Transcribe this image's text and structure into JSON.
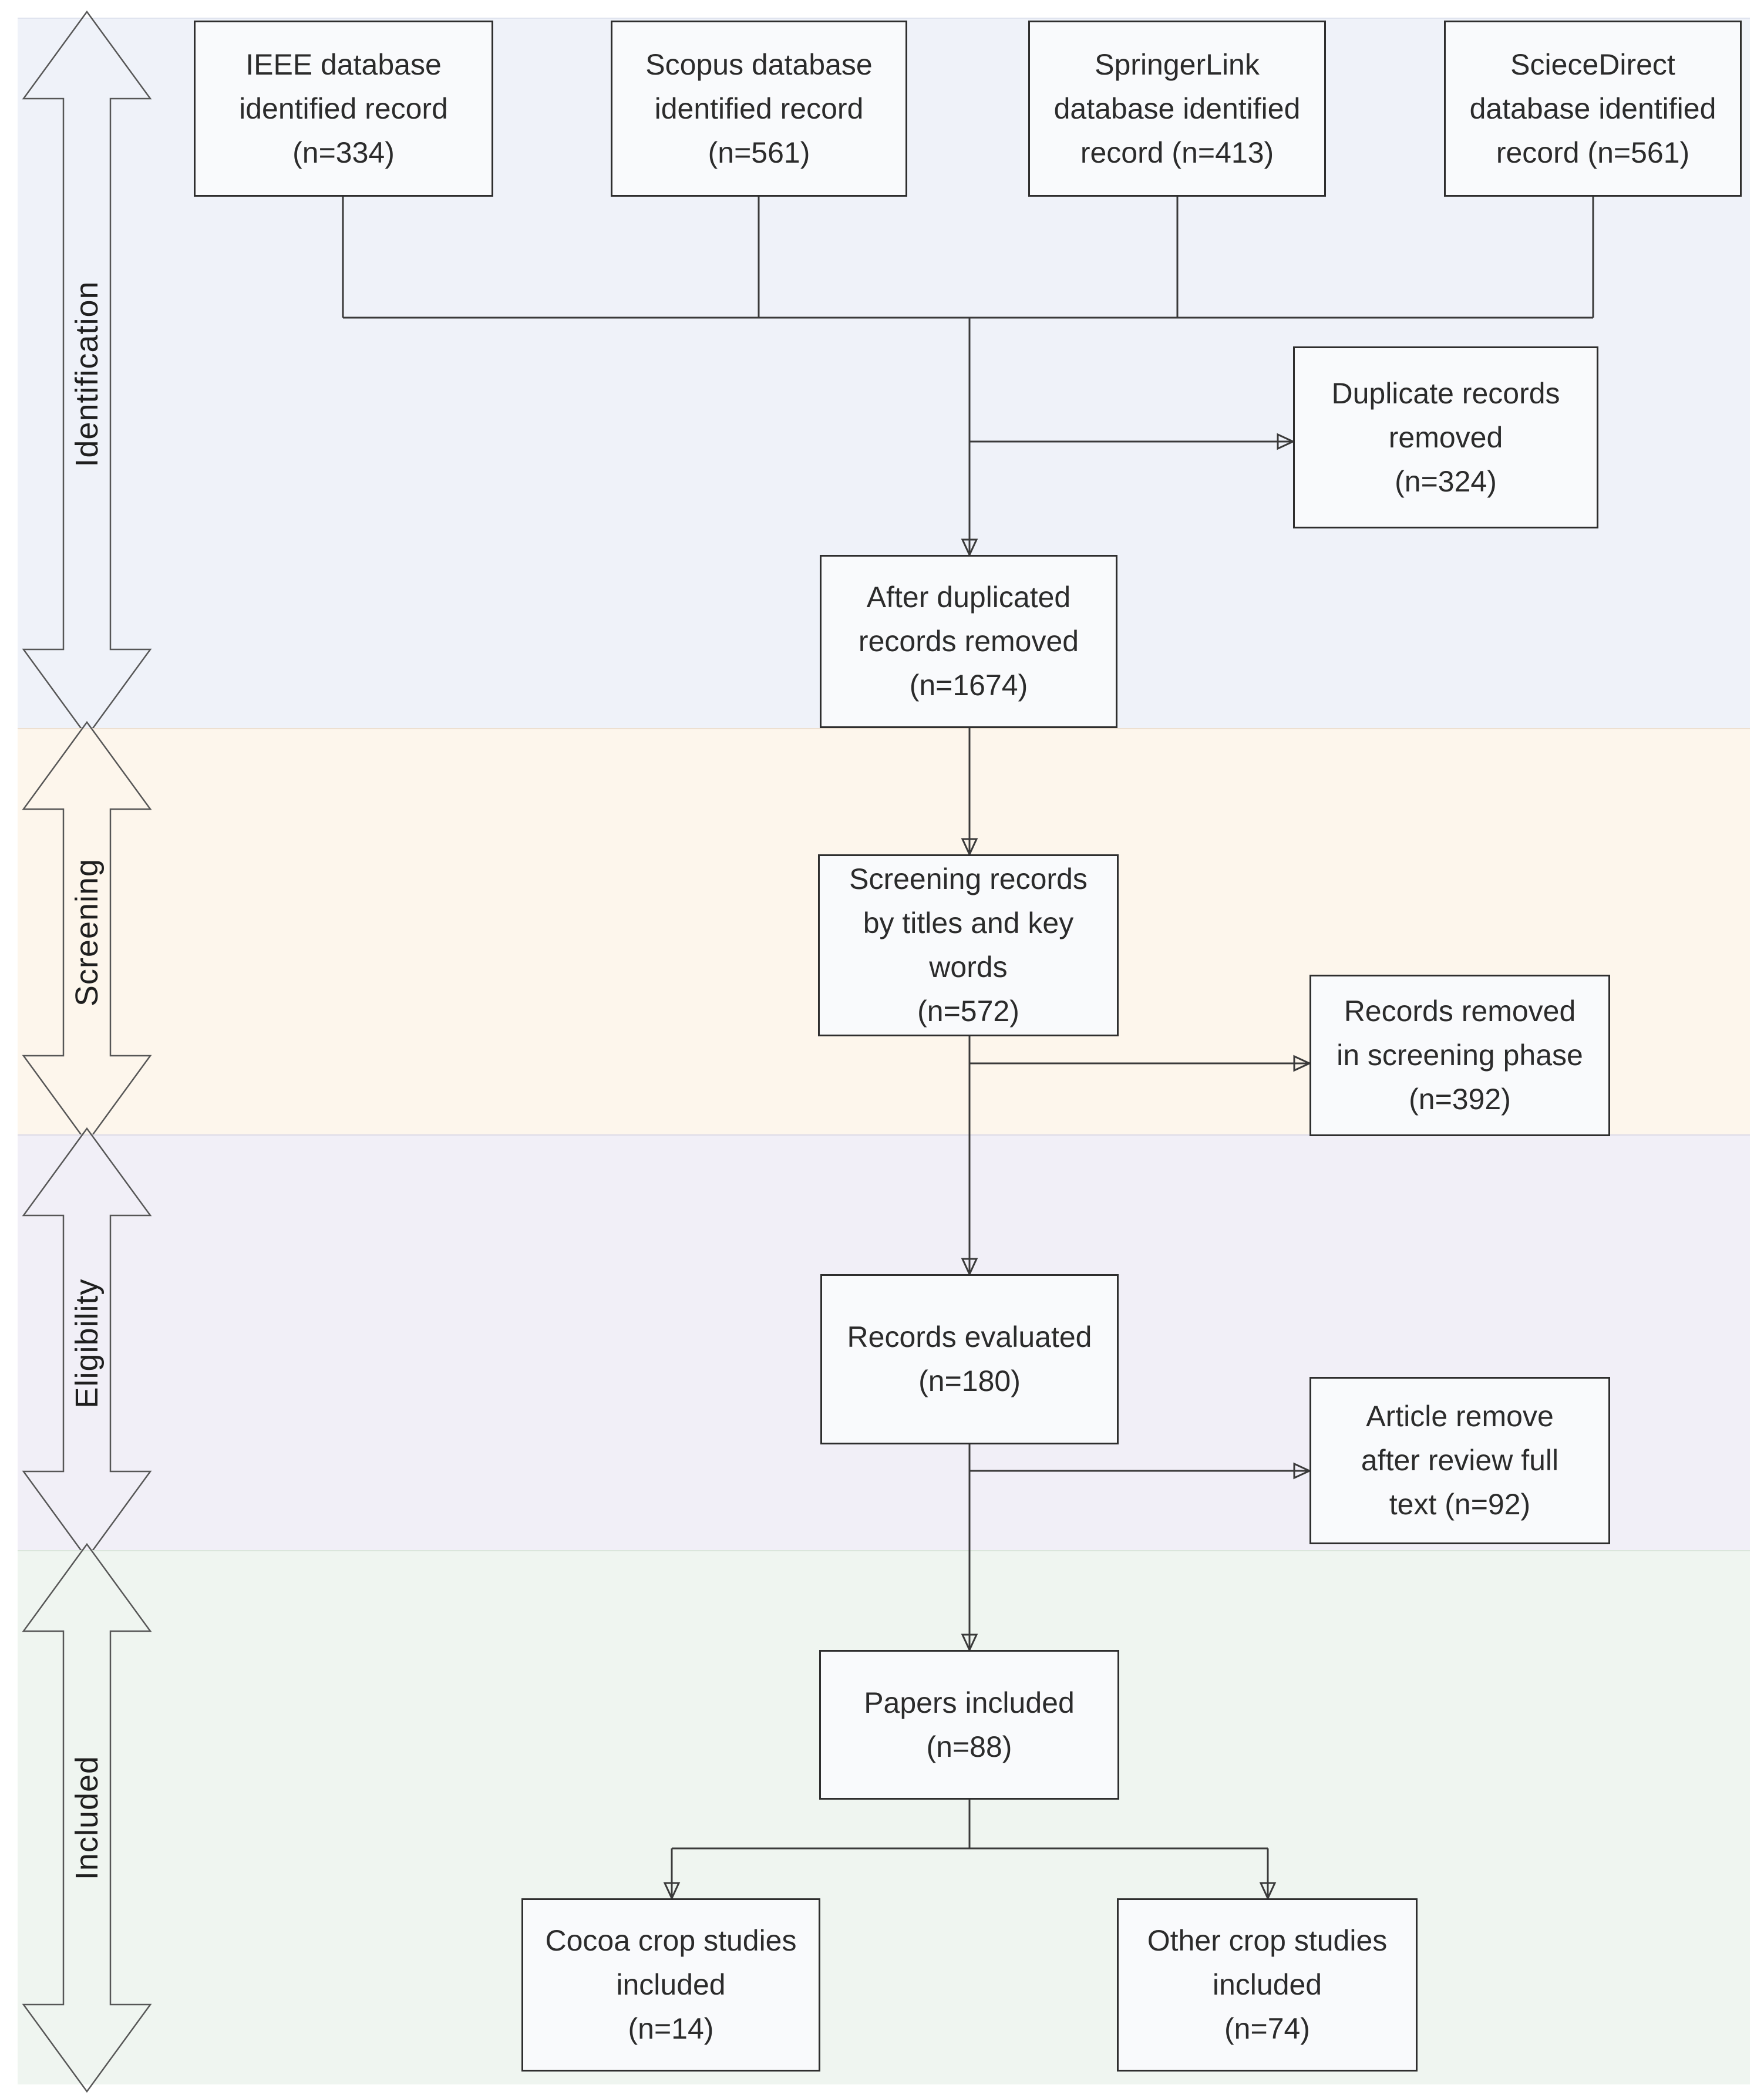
{
  "phases": [
    {
      "id": "identification",
      "label": "Identification",
      "bg": "#eff2f9"
    },
    {
      "id": "screening",
      "label": "Screening",
      "bg": "#fdf6ec"
    },
    {
      "id": "eligibility",
      "label": "Eligibility",
      "bg": "#f1eff7"
    },
    {
      "id": "included",
      "label": "Included",
      "bg": "#eff5f0"
    }
  ],
  "nodes": {
    "ieee": {
      "text": "IEEE database\nidentified record\n(n=334)"
    },
    "scopus": {
      "text": "Scopus database\nidentified record\n(n=561)"
    },
    "springerlink": {
      "text": "SpringerLink\ndatabase identified\nrecord (n=413)"
    },
    "sciecedirect": {
      "text": "ScieceDirect\ndatabase identified\nrecord (n=561)"
    },
    "duplicates_removed": {
      "text": "Duplicate records\nremoved\n(n=324)"
    },
    "after_duplicates": {
      "text": "After duplicated\nrecords removed\n(n=1674)"
    },
    "screening_records": {
      "text": "Screening records\nby titles and key\nwords\n(n=572)"
    },
    "removed_in_screening": {
      "text": "Records removed\nin screening phase\n(n=392)"
    },
    "records_evaluated": {
      "text": "Records evaluated\n(n=180)"
    },
    "article_removed": {
      "text": "Article remove\nafter review full\ntext (n=92)"
    },
    "papers_included": {
      "text": "Papers included\n(n=88)"
    },
    "cocoa_studies": {
      "text": "Cocoa crop studies\nincluded\n(n=14)"
    },
    "other_studies": {
      "text": "Other crop studies\nincluded\n(n=74)"
    }
  },
  "colors": {
    "box_fill": "#f9fafc",
    "box_border": "#2e2e2e",
    "line": "#3a3a3a",
    "text": "#2b2b2b",
    "band_identification": "#eff2f9",
    "band_screening": "#fdf6ec",
    "band_eligibility": "#f1eff7",
    "band_included": "#eff5f0"
  }
}
